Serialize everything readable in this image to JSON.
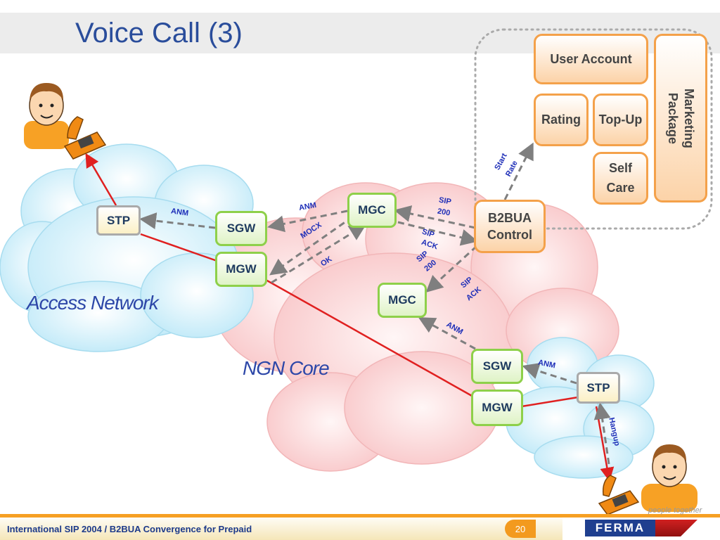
{
  "slide": {
    "title": "Voice Call (3)"
  },
  "nodes": {
    "stp_left": "STP",
    "sgw_left": "SGW",
    "mgw_left": "MGW",
    "mgc_top": "MGC",
    "mgc_mid": "MGC",
    "b2bua": "B2BUA Control",
    "sgw_right": "SGW",
    "mgw_right": "MGW",
    "stp_right": "STP",
    "user_account": "User Account",
    "rating": "Rating",
    "topup": "Top-Up",
    "self_care": "Self Care",
    "marketing": "Marketing Package"
  },
  "clouds": {
    "access": "Access Network",
    "core": "NGN Core"
  },
  "messages": {
    "anm_left": "ANM",
    "anm_top": "ANM",
    "mocx": "MOCX",
    "ok": "OK",
    "sip200_top_1": "SIP",
    "sip200_top_2": "200",
    "sipack_top_1": "SIP",
    "sipack_top_2": "ACK",
    "sip200_mid_1": "SIP",
    "sip200_mid_2": "200",
    "sipack_mid_1": "SIP",
    "sipack_mid_2": "ACK",
    "anm_mid": "ANM",
    "anm_right": "ANM",
    "start_rate_1": "Start",
    "start_rate_2": "Rate",
    "hangup": "Hangup"
  },
  "footer": {
    "text": "International SIP 2004 / B2BUA Convergence for Prepaid",
    "page": "20",
    "slogan": "people together",
    "brand": "FERMA"
  },
  "colors": {
    "title": "#2a4d9b",
    "trunk_line": "#e02020",
    "signal_line": "#7f7f7f",
    "message_text": "#1f2fb8",
    "accent": "#f6a023"
  }
}
